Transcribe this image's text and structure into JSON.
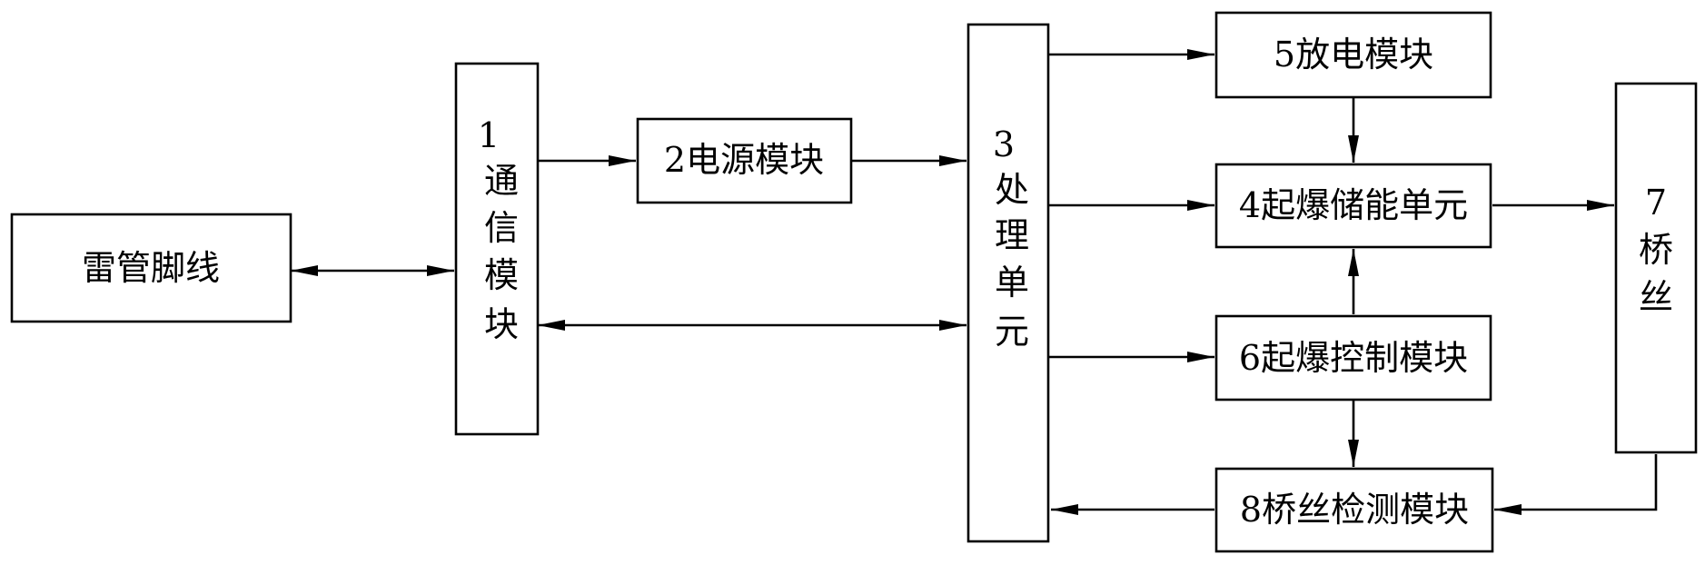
{
  "blocks": {
    "detonator_wire": "雷管脚线",
    "comm_module": [
      "1",
      "通",
      "信",
      "模",
      "块"
    ],
    "power_module": "2电源模块",
    "processing_unit": [
      "3",
      "处",
      "理",
      "单",
      "元"
    ],
    "discharge_module": "5放电模块",
    "energy_storage_unit": "4起爆储能单元",
    "detonation_control_module": "6起爆控制模块",
    "bridge_wire_detection_module": "8桥丝检测模块",
    "bridge_wire": [
      "7",
      "桥",
      "丝"
    ]
  },
  "connections": [
    {
      "from": "detonator_wire",
      "to": "comm_module",
      "direction": "both"
    },
    {
      "from": "comm_module",
      "to": "power_module",
      "direction": "forward"
    },
    {
      "from": "power_module",
      "to": "processing_unit",
      "direction": "forward"
    },
    {
      "from": "comm_module",
      "to": "processing_unit",
      "direction": "both"
    },
    {
      "from": "processing_unit",
      "to": "discharge_module",
      "direction": "forward"
    },
    {
      "from": "processing_unit",
      "to": "energy_storage_unit",
      "direction": "forward"
    },
    {
      "from": "processing_unit",
      "to": "detonation_control_module",
      "direction": "forward"
    },
    {
      "from": "discharge_module",
      "to": "energy_storage_unit",
      "direction": "forward"
    },
    {
      "from": "detonation_control_module",
      "to": "energy_storage_unit",
      "direction": "forward"
    },
    {
      "from": "detonation_control_module",
      "to": "bridge_wire_detection_module",
      "direction": "forward"
    },
    {
      "from": "energy_storage_unit",
      "to": "bridge_wire",
      "direction": "forward"
    },
    {
      "from": "bridge_wire",
      "to": "bridge_wire_detection_module",
      "direction": "forward"
    },
    {
      "from": "bridge_wire_detection_module",
      "to": "processing_unit",
      "direction": "forward"
    }
  ]
}
